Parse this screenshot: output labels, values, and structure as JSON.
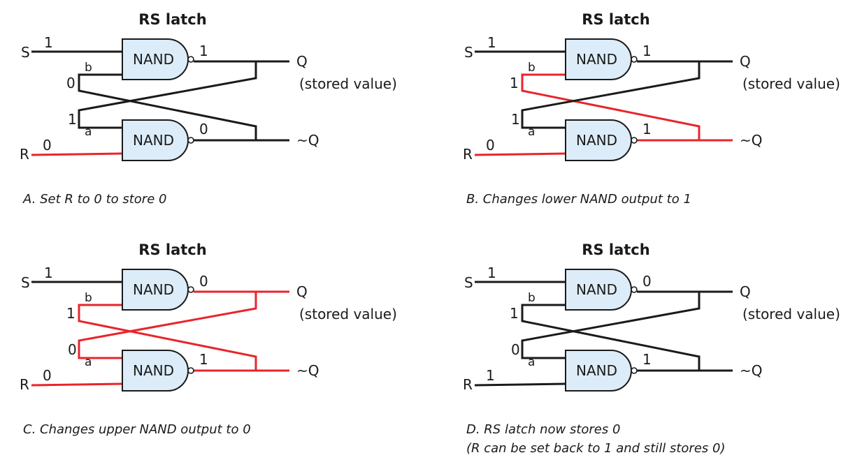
{
  "colors": {
    "wire_default": "#1a1a1a",
    "wire_active": "#e8252b",
    "value_blue": "#3a56a6",
    "value_red": "#e8252b",
    "gate_fill": "#dcecf8"
  },
  "panels": [
    {
      "title": "RS latch",
      "caption": [
        "A. Set R to 0 to store 0"
      ],
      "gate_label": "NAND",
      "labels": {
        "s": "S",
        "r": "R",
        "q": "Q",
        "q_note": "(stored value)",
        "nq": "~Q",
        "a": "a",
        "b": "b"
      },
      "values": {
        "s": {
          "text": "1",
          "color": "blue"
        },
        "b": {
          "text": "0",
          "color": "blue"
        },
        "q": {
          "text": "1",
          "color": "blue"
        },
        "a": {
          "text": "1",
          "color": "blue"
        },
        "nq": {
          "text": "0",
          "color": "blue"
        },
        "r": {
          "text": "0",
          "color": "red"
        }
      },
      "wires": {
        "s": "black",
        "r": "red",
        "q": "black",
        "nq": "black",
        "cross_to_b": "black",
        "cross_to_a": "black"
      }
    },
    {
      "title": "RS latch",
      "caption": [
        "B. Changes lower NAND output to 1"
      ],
      "gate_label": "NAND",
      "labels": {
        "s": "S",
        "r": "R",
        "q": "Q",
        "q_note": "(stored value)",
        "nq": "~Q",
        "a": "a",
        "b": "b"
      },
      "values": {
        "s": {
          "text": "1",
          "color": "blue"
        },
        "b": {
          "text": "1",
          "color": "red"
        },
        "q": {
          "text": "1",
          "color": "blue"
        },
        "a": {
          "text": "1",
          "color": "blue"
        },
        "nq": {
          "text": "1",
          "color": "red"
        },
        "r": {
          "text": "0",
          "color": "red"
        }
      },
      "wires": {
        "s": "black",
        "r": "red",
        "q": "black",
        "nq": "red",
        "cross_to_b": "red",
        "cross_to_a": "black"
      }
    },
    {
      "title": "RS latch",
      "caption": [
        "C. Changes upper NAND output to 0"
      ],
      "gate_label": "NAND",
      "labels": {
        "s": "S",
        "r": "R",
        "q": "Q",
        "q_note": "(stored value)",
        "nq": "~Q",
        "a": "a",
        "b": "b"
      },
      "values": {
        "s": {
          "text": "1",
          "color": "blue"
        },
        "b": {
          "text": "1",
          "color": "red"
        },
        "q": {
          "text": "0",
          "color": "red"
        },
        "a": {
          "text": "0",
          "color": "red"
        },
        "nq": {
          "text": "1",
          "color": "red"
        },
        "r": {
          "text": "0",
          "color": "red"
        }
      },
      "wires": {
        "s": "black",
        "r": "red",
        "q": "red",
        "nq": "red",
        "cross_to_b": "red",
        "cross_to_a": "red"
      }
    },
    {
      "title": "RS latch",
      "caption": [
        "D. RS latch now stores 0",
        "(R can be set back to 1 and still stores 0)"
      ],
      "gate_label": "NAND",
      "labels": {
        "s": "S",
        "r": "R",
        "q": "Q",
        "q_note": "(stored value)",
        "nq": "~Q",
        "a": "a",
        "b": "b"
      },
      "values": {
        "s": {
          "text": "1",
          "color": "blue"
        },
        "b": {
          "text": "1",
          "color": "blue"
        },
        "q": {
          "text": "0",
          "color": "blue"
        },
        "a": {
          "text": "0",
          "color": "blue"
        },
        "nq": {
          "text": "1",
          "color": "blue"
        },
        "r": {
          "text": "1",
          "color": "blue"
        }
      },
      "wires": {
        "s": "black",
        "r": "black",
        "q": "black",
        "nq": "black",
        "cross_to_b": "black",
        "cross_to_a": "black"
      }
    }
  ]
}
